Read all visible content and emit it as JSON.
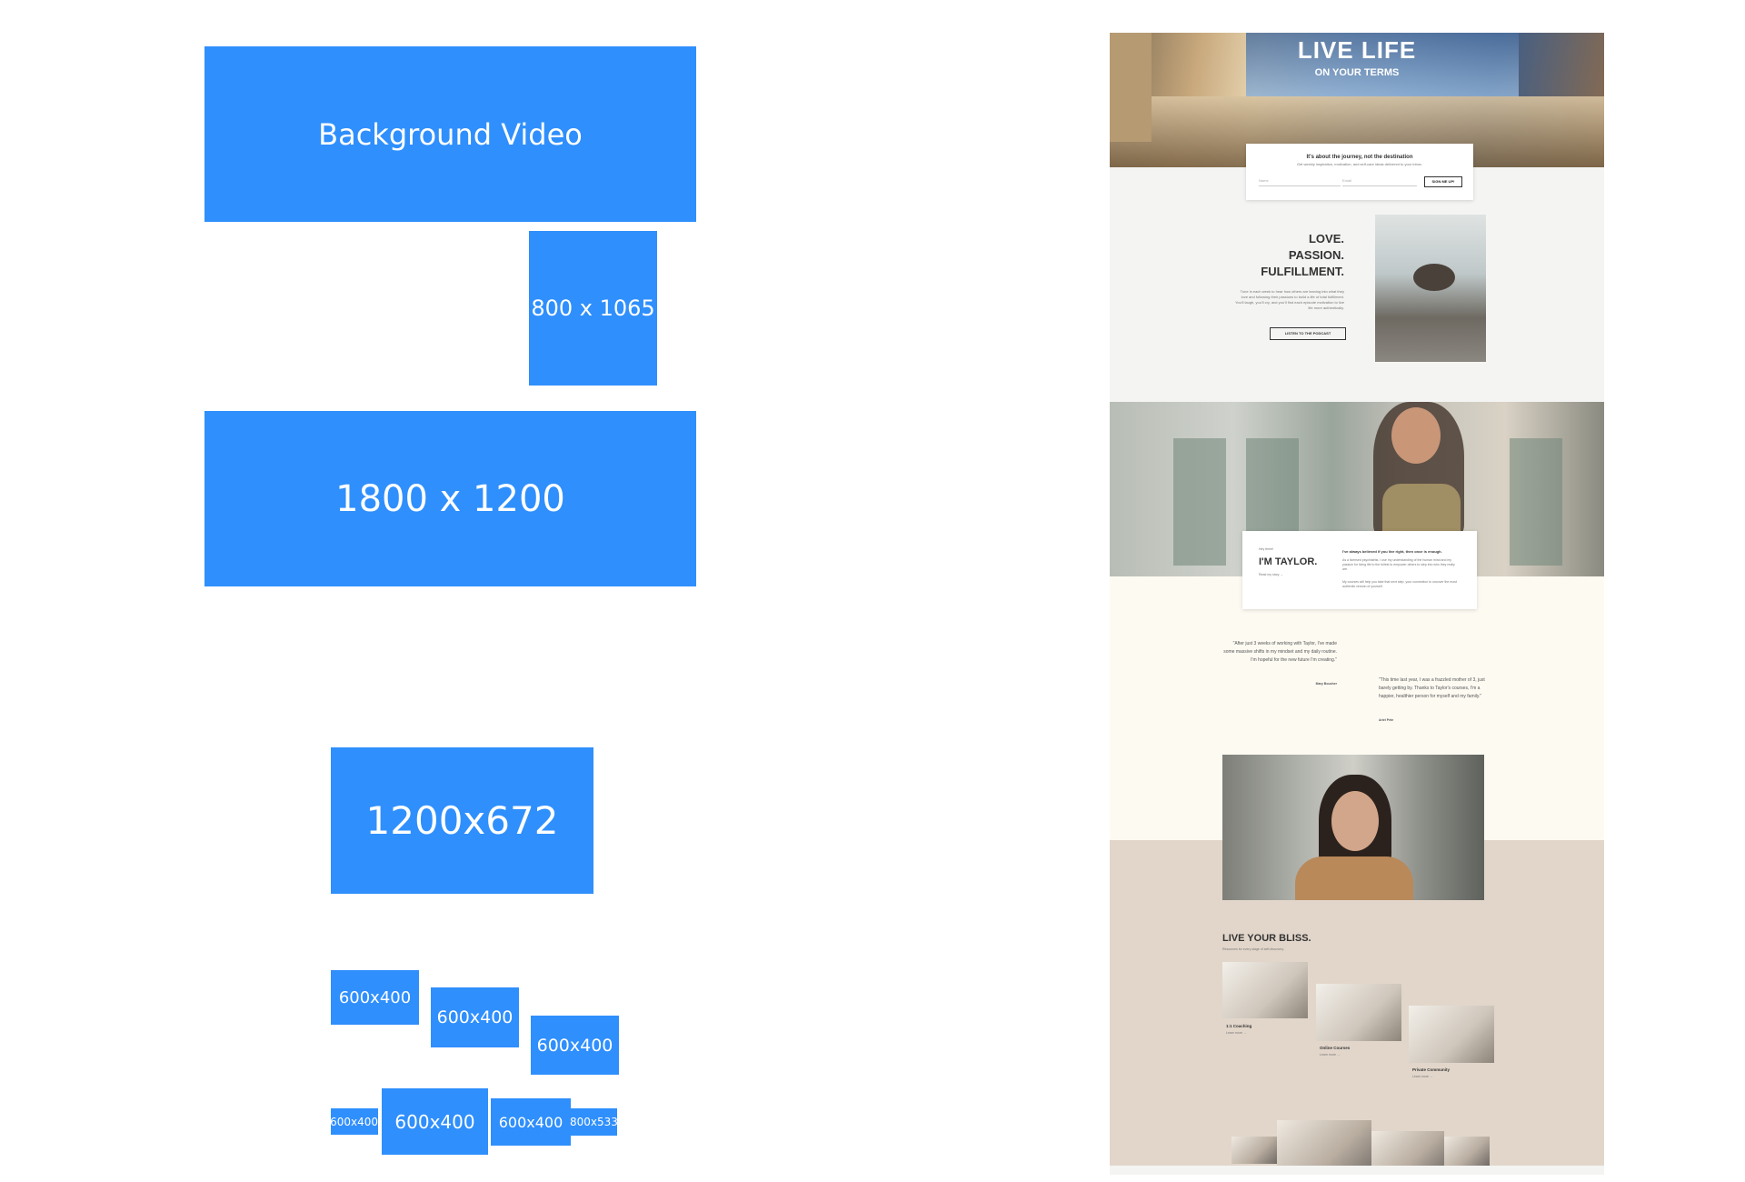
{
  "placeholders": {
    "background_video": "Background Video",
    "portrait": "800 x 1065",
    "wide": "1800 x 1200",
    "medium": "1200x672",
    "small_a": "600x400",
    "small_b": "600x400",
    "small_c": "600x400",
    "strip_1": "600x400",
    "strip_2": "600x400",
    "strip_3": "600x400",
    "strip_4": "800x533"
  },
  "colors": {
    "placeholder_blue": "#2f8ffd",
    "cream": "#fdfaf2",
    "tan": "#e2d6ca"
  },
  "site": {
    "hero": {
      "title": "LIVE LIFE",
      "subtitle": "ON YOUR TERMS"
    },
    "signup": {
      "heading": "It's about the journey, not the destination",
      "description": "Get weekly inspiration, motivation, and self-care ideas delivered to your inbox.",
      "name_placeholder": "Name",
      "email_placeholder": "Email",
      "button": "SIGN ME UP!"
    },
    "love": {
      "line1": "LOVE.",
      "line2": "PASSION.",
      "line3": "FULFILLMENT.",
      "body": "Tune in each week to hear how others are leaning into what they love and following their passions to build a life of total fulfillment. You'll laugh, you'll cry, and you'll find each episode motivation to live life more authentically.",
      "button": "LISTEN TO THE PODCAST"
    },
    "taylor": {
      "kicker": "Hey there!",
      "name": "I'M TAYLOR.",
      "link": "Read my story →",
      "quote": "I've always believed if you live right, then once is enough.",
      "body1": "As a licensed psychiatrist, I use my understanding of the human mind and my passion for living life to the fullest to empower others to step into who they really are.",
      "body2": "My courses will help you take that next step, your connection to uncover the most authentic version of yourself."
    },
    "testimonials": [
      {
        "quote": "\"After just 3 weeks of working with Taylor, I've made some massive shifts in my mindset and my daily routine. I'm hopeful for the new future I'm creating.\"",
        "author": "Mary Boucher"
      },
      {
        "quote": "\"This time last year, I was a frazzled mother of 3, just barely getting by. Thanks to Taylor's courses, I'm a happier, healthier person for myself and my family.\"",
        "author": "Ariel Pete"
      }
    ],
    "bliss": {
      "title": "LIVE YOUR BLISS.",
      "description": "Resources for every stage of self-discovery.",
      "cards": [
        {
          "title": "1:1 Coaching",
          "link": "Learn more →"
        },
        {
          "title": "Online Courses",
          "link": "Learn more →"
        },
        {
          "title": "Private Community",
          "link": "Learn more →"
        }
      ]
    }
  }
}
